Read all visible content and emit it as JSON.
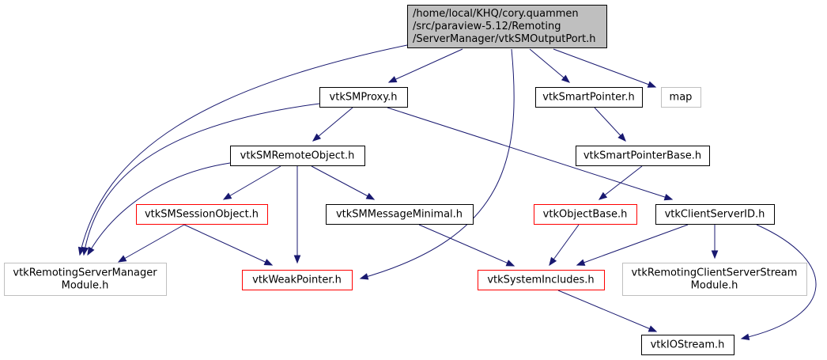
{
  "colors": {
    "edge": "#191970",
    "root_fill": "#bfbfbf",
    "border_normal": "#000000",
    "border_truncated": "#ff0000",
    "border_external": "#bfbfbf"
  },
  "nodes": [
    {
      "id": "root",
      "kind": "root",
      "lines": [
        "/home/local/KHQ/cory.quammen",
        "/src/paraview-5.12/Remoting",
        "/ServerManager/vtkSMOutputPort.h"
      ]
    },
    {
      "id": "smproxy",
      "kind": "normal",
      "lines": [
        "vtkSMProxy.h"
      ]
    },
    {
      "id": "smartptr",
      "kind": "normal",
      "lines": [
        "vtkSmartPointer.h"
      ]
    },
    {
      "id": "map",
      "kind": "external",
      "lines": [
        "map"
      ]
    },
    {
      "id": "remoteobj",
      "kind": "normal",
      "lines": [
        "vtkSMRemoteObject.h"
      ]
    },
    {
      "id": "smartptrbase",
      "kind": "normal",
      "lines": [
        "vtkSmartPointerBase.h"
      ]
    },
    {
      "id": "sessionobj",
      "kind": "truncated",
      "lines": [
        "vtkSMSessionObject.h"
      ]
    },
    {
      "id": "msgminimal",
      "kind": "normal",
      "lines": [
        "vtkSMMessageMinimal.h"
      ]
    },
    {
      "id": "objectbase",
      "kind": "truncated",
      "lines": [
        "vtkObjectBase.h"
      ]
    },
    {
      "id": "csid",
      "kind": "normal",
      "lines": [
        "vtkClientServerID.h"
      ]
    },
    {
      "id": "rsmmodule",
      "kind": "external",
      "lines": [
        "vtkRemotingServerManager",
        "Module.h"
      ]
    },
    {
      "id": "weakptr",
      "kind": "truncated",
      "lines": [
        "vtkWeakPointer.h"
      ]
    },
    {
      "id": "sysincl",
      "kind": "truncated",
      "lines": [
        "vtkSystemIncludes.h"
      ]
    },
    {
      "id": "rcssmodule",
      "kind": "external",
      "lines": [
        "vtkRemotingClientServerStream",
        "Module.h"
      ]
    },
    {
      "id": "iostream",
      "kind": "normal",
      "lines": [
        "vtkIOStream.h"
      ]
    }
  ],
  "edges": [
    {
      "from": "root",
      "to": "rsmmodule"
    },
    {
      "from": "root",
      "to": "smproxy"
    },
    {
      "from": "root",
      "to": "weakptr"
    },
    {
      "from": "root",
      "to": "smartptr"
    },
    {
      "from": "root",
      "to": "map"
    },
    {
      "from": "smproxy",
      "to": "rsmmodule"
    },
    {
      "from": "smproxy",
      "to": "remoteobj"
    },
    {
      "from": "smproxy",
      "to": "csid"
    },
    {
      "from": "remoteobj",
      "to": "rsmmodule"
    },
    {
      "from": "remoteobj",
      "to": "sessionobj"
    },
    {
      "from": "remoteobj",
      "to": "weakptr"
    },
    {
      "from": "remoteobj",
      "to": "msgminimal"
    },
    {
      "from": "sessionobj",
      "to": "rsmmodule"
    },
    {
      "from": "sessionobj",
      "to": "weakptr"
    },
    {
      "from": "msgminimal",
      "to": "sysincl"
    },
    {
      "from": "smartptr",
      "to": "smartptrbase"
    },
    {
      "from": "smartptrbase",
      "to": "objectbase"
    },
    {
      "from": "objectbase",
      "to": "sysincl"
    },
    {
      "from": "csid",
      "to": "sysincl"
    },
    {
      "from": "csid",
      "to": "rcssmodule"
    },
    {
      "from": "csid",
      "to": "iostream"
    },
    {
      "from": "sysincl",
      "to": "iostream"
    }
  ]
}
